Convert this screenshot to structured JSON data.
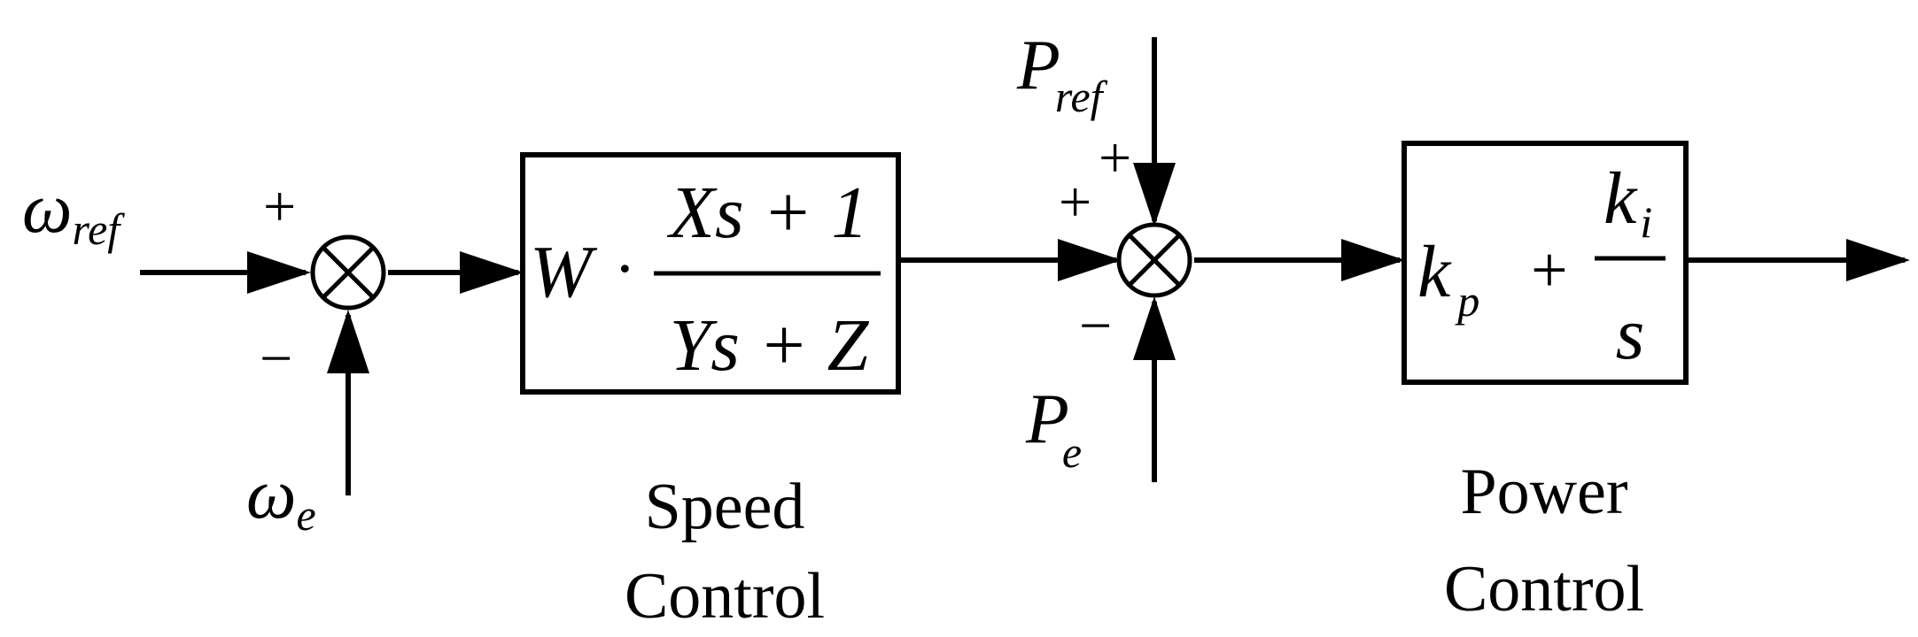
{
  "colors": {
    "stroke": "#000000",
    "background": "#ffffff"
  },
  "inputs": {
    "omega_ref": {
      "main": "ω",
      "sub": "ref"
    },
    "omega_e": {
      "main": "ω",
      "sub": "e"
    },
    "p_ref": {
      "main": "P",
      "sub": "ref"
    },
    "p_e": {
      "main": "P",
      "sub": "e"
    }
  },
  "signs": {
    "sum1_top": "+",
    "sum1_bottom": "−",
    "sum2_top": "+",
    "sum2_left": "+",
    "sum2_bottom": "−"
  },
  "speed_block": {
    "gain": "W",
    "dot": "·",
    "numerator": "Xs + 1",
    "denominator": "Ys + Z",
    "label_line1": "Speed",
    "label_line2": "Control"
  },
  "power_block": {
    "kp_main": "k",
    "kp_sub": "p",
    "plus": "+",
    "ki_main": "k",
    "ki_sub": "i",
    "ki_denominator": "s",
    "label_line1": "Power",
    "label_line2": "Control"
  }
}
